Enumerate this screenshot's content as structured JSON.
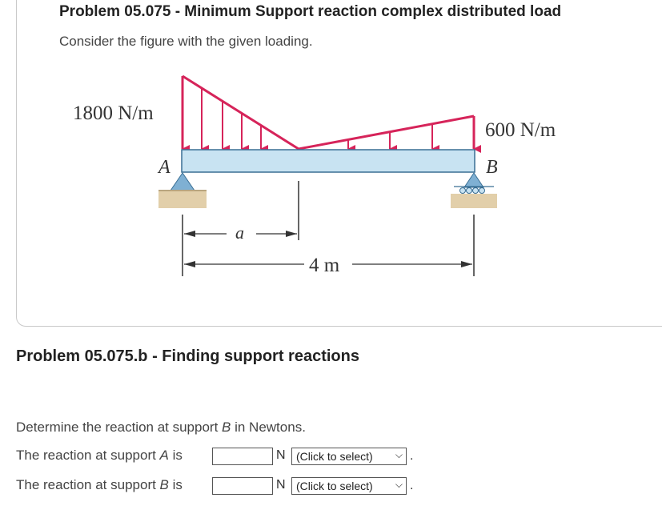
{
  "problem": {
    "title": "Problem 05.075 - Minimum Support reaction complex distributed load",
    "intro": "Consider the figure with the given loading."
  },
  "figure": {
    "load_left": "1800 N/m",
    "load_right": "600 N/m",
    "support_a": "A",
    "support_b": "B",
    "dim_a": "a",
    "dim_span": "4 m"
  },
  "part_b": {
    "title": "Problem 05.075.b - Finding support reactions",
    "prompt_pre": "Determine the reaction at support ",
    "prompt_var": "B",
    "prompt_post": " in Newtons.",
    "row_a": {
      "pre": "The reaction at support ",
      "var": "A",
      "post": " is",
      "value": "",
      "unit": "N",
      "select": "(Click to select)",
      "end": "."
    },
    "row_b": {
      "pre": "The reaction at support ",
      "var": "B",
      "post": " is",
      "value": "",
      "unit": "N",
      "select": "(Click to select)",
      "end": "."
    }
  },
  "colors": {
    "load": "#d6245a",
    "beam": "#c8e3f2",
    "beam_stroke": "#3a6f94",
    "support": "#7fb0d3",
    "ground": "#e2cfaa"
  },
  "icons": {
    "dropdown": "chevron-down-icon"
  }
}
